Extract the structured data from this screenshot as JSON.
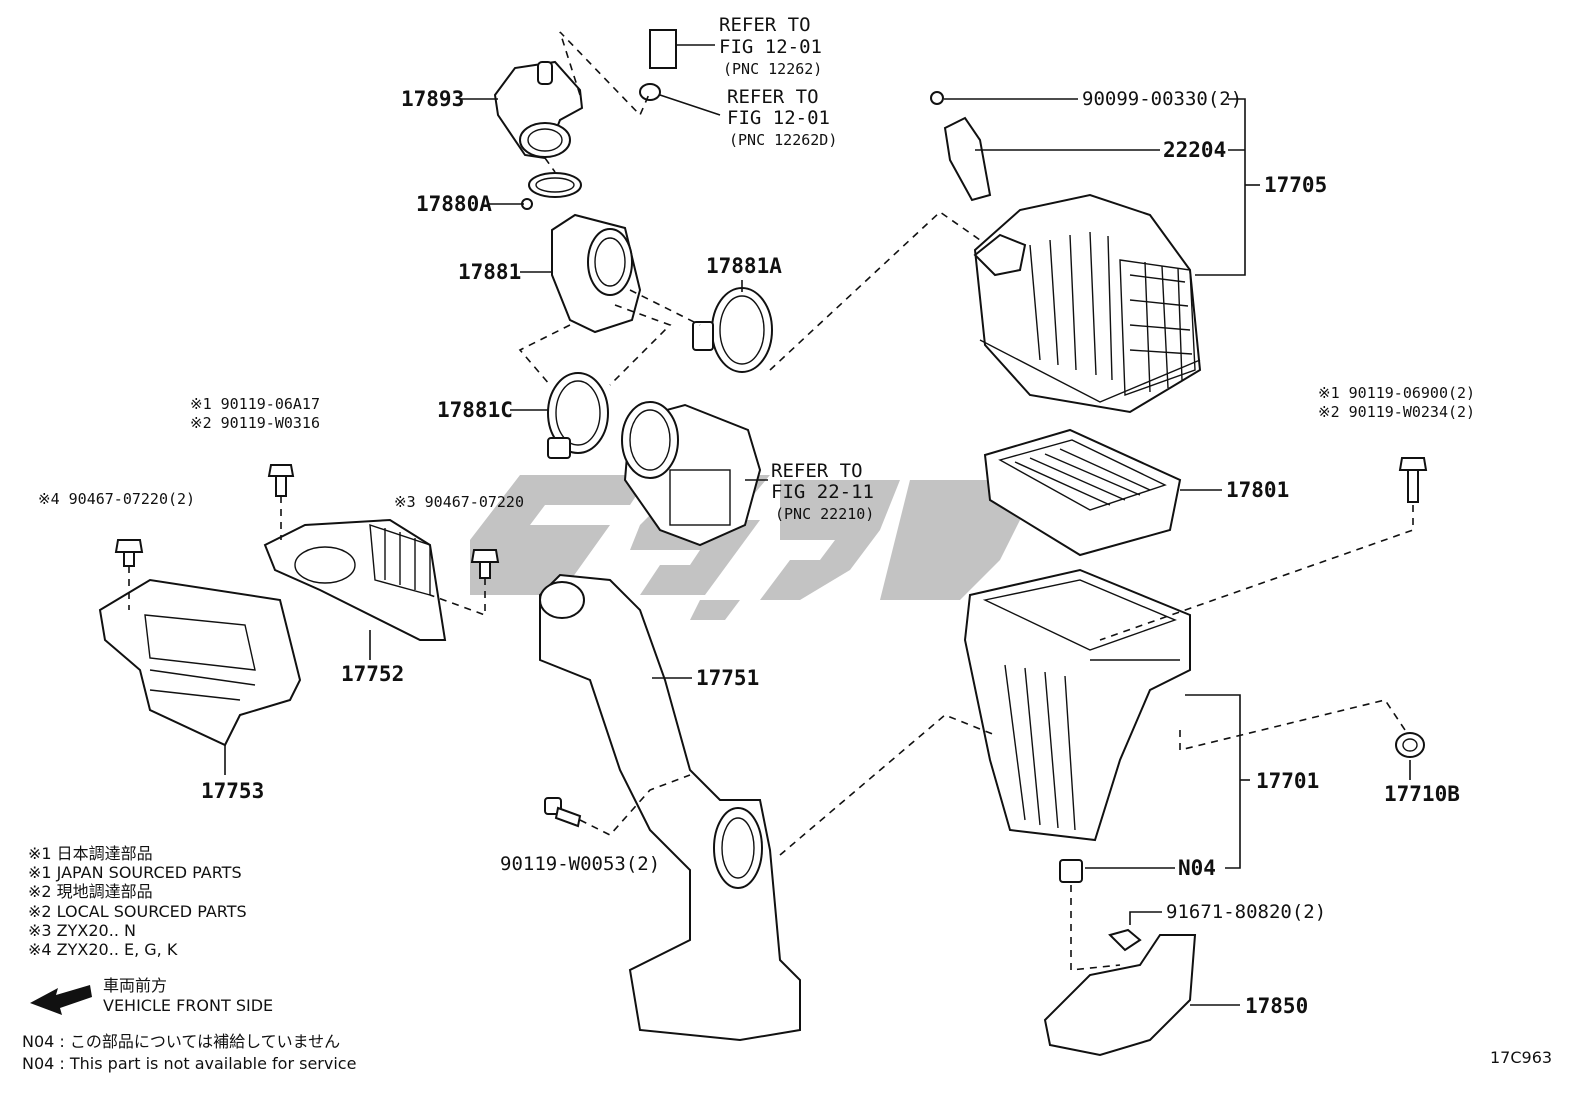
{
  "diagram": {
    "figure_code": "17C963",
    "parts": {
      "p17893": "17893",
      "p17880A": "17880A",
      "p17881": "17881",
      "p17881A": "17881A",
      "p17881C": "17881C",
      "p17705": "17705",
      "p22204": "22204",
      "p90099": "90099-00330(2)",
      "p17801": "17801",
      "p17701": "17701",
      "pN04": "N04",
      "p17710B": "17710B",
      "p91671": "91671-80820(2)",
      "p17850": "17850",
      "p17751": "17751",
      "p90119_w0053": "90119-W0053(2)",
      "p17752": "17752",
      "p17753": "17753"
    },
    "refs": [
      {
        "line1": "REFER TO",
        "line2": "FIG 12-01",
        "line3": "(PNC 12262)"
      },
      {
        "line1": "REFER TO",
        "line2": "FIG 12-01",
        "line3": "(PNC 12262D)"
      },
      {
        "line1": "REFER TO",
        "line2": "FIG 22-11",
        "line3": "(PNC 22210)"
      }
    ],
    "notes": {
      "n1a": "※1 90119-06A17",
      "n2a": "※2 90119-W0316",
      "n4": "※4 90467-07220(2)",
      "n3": "※3 90467-07220",
      "n1b": "※1 90119-06900(2)",
      "n2b": "※2 90119-W0234(2)"
    },
    "legend": [
      "※1  日本調達部品",
      "※1  JAPAN SOURCED PARTS",
      "※2  現地調達部品",
      "※2  LOCAL SOURCED PARTS",
      "※3  ZYX20.. N",
      "※4  ZYX20.. E, G, K"
    ],
    "direction": {
      "jp": "車両前方",
      "en": "VEHICLE FRONT SIDE"
    },
    "n04_notes": [
      "N04 : この部品については補給していません",
      "N04 : This part is not available for service"
    ]
  }
}
